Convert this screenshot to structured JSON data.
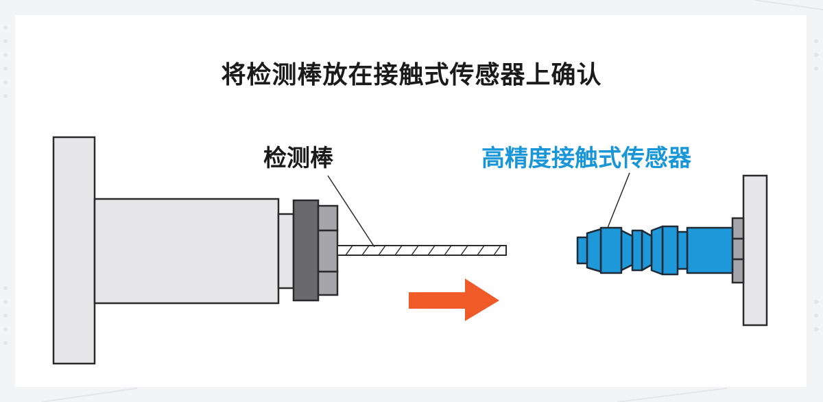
{
  "title": "将检测棒放在接触式传感器上确认",
  "labels": {
    "rod": "检测棒",
    "sensor": "高精度接触式传感器"
  },
  "colors": {
    "sensor_blue": "#1e98d9",
    "arrow_orange": "#f05a28",
    "label_blue": "#1896d8",
    "part_gray": "#e6e6e8",
    "nut_dark": "#6a6a6e",
    "nut_light": "#a6a6aa"
  },
  "icons": [
    "right-arrow-icon"
  ]
}
